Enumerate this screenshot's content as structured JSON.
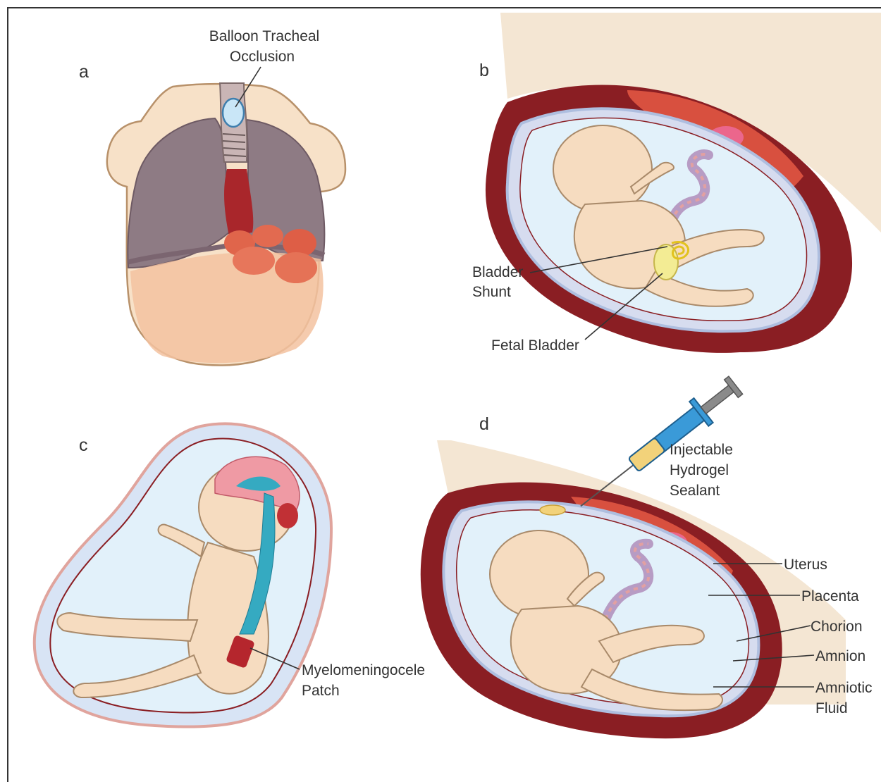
{
  "panels": {
    "a": {
      "letter": "a",
      "label_line1": "Balloon Tracheal",
      "label_line2": "Occlusion"
    },
    "b": {
      "letter": "b",
      "shunt_line1": "Bladder",
      "shunt_line2": "Shunt",
      "bladder": "Fetal Bladder"
    },
    "c": {
      "letter": "c",
      "patch_line1": "Myelomeningocele",
      "patch_line2": "Patch"
    },
    "d": {
      "letter": "d",
      "sealant_line1": "Injectable",
      "sealant_line2": "Hydrogel",
      "sealant_line3": "Sealant",
      "uterus": "Uterus",
      "placenta": "Placenta",
      "chorion": "Chorion",
      "amnion": "Amnion",
      "fluid_line1": "Amniotic",
      "fluid_line2": "Fluid"
    }
  },
  "colors": {
    "skin": "#f6dcc0",
    "skin_outline": "#a98a6a",
    "uterus_wall": "#8a1e23",
    "placenta": "#d8503f",
    "amniotic_fluid": "#e2f1fa",
    "membrane": "#aebedf",
    "lung": "#8f7c85",
    "brain": "#ef9aa4",
    "csf": "#35aac1",
    "balloon": "#c9e6f7",
    "hydrogel": "#f2d27a",
    "bladder": "#f3ec94",
    "syringe_barrel": "#3a9ad8"
  }
}
